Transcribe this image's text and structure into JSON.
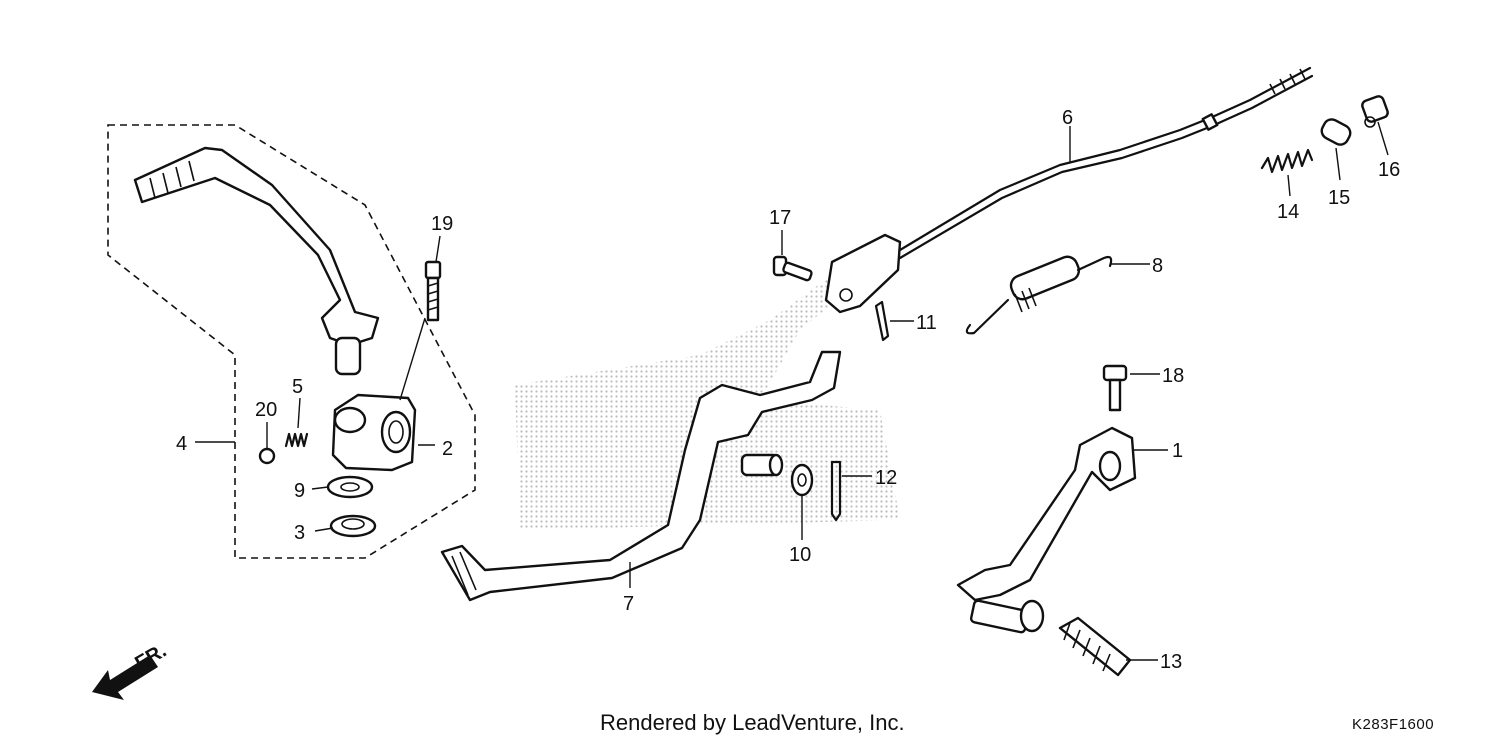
{
  "callouts": {
    "c1": "1",
    "c2": "2",
    "c3": "3",
    "c4": "4",
    "c5": "5",
    "c6": "6",
    "c7": "7",
    "c8": "8",
    "c9": "9",
    "c10": "10",
    "c11": "11",
    "c12": "12",
    "c13": "13",
    "c14": "14",
    "c15": "15",
    "c16": "16",
    "c17": "17",
    "c18": "18",
    "c19": "19",
    "c20": "20"
  },
  "direction_label": "FR.",
  "footer": {
    "credit": "Rendered by LeadVenture, Inc.",
    "diagram_code": "K283F1600"
  }
}
